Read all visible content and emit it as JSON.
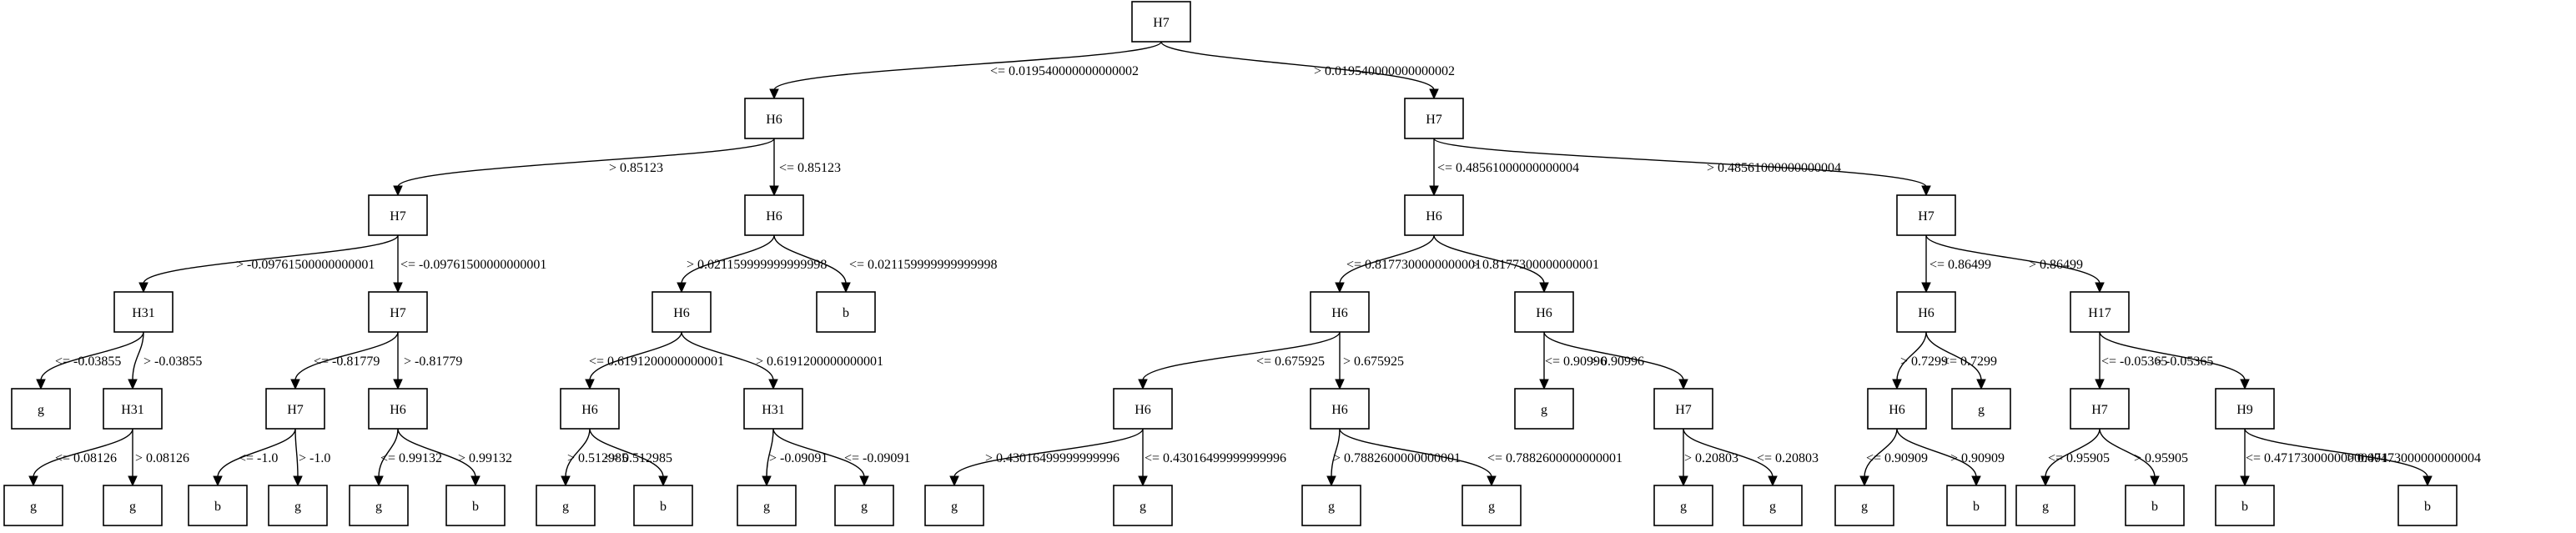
{
  "tree": {
    "nodes": [
      {
        "id": "n1",
        "label": "H7"
      },
      {
        "id": "n2",
        "label": "H6"
      },
      {
        "id": "n3",
        "label": "H7"
      },
      {
        "id": "n4",
        "label": "H7"
      },
      {
        "id": "n5",
        "label": "H6"
      },
      {
        "id": "n6",
        "label": "H6"
      },
      {
        "id": "n7",
        "label": "H7"
      },
      {
        "id": "n8",
        "label": "H31"
      },
      {
        "id": "n9",
        "label": "H7"
      },
      {
        "id": "n10",
        "label": "H6"
      },
      {
        "id": "n11",
        "label": "b"
      },
      {
        "id": "n12",
        "label": "H6"
      },
      {
        "id": "n13",
        "label": "H6"
      },
      {
        "id": "n14",
        "label": "H6"
      },
      {
        "id": "n15",
        "label": "H17"
      },
      {
        "id": "n16",
        "label": "g"
      },
      {
        "id": "n17",
        "label": "H31"
      },
      {
        "id": "n18",
        "label": "H7"
      },
      {
        "id": "n19",
        "label": "H6"
      },
      {
        "id": "n20",
        "label": "H6"
      },
      {
        "id": "n21",
        "label": "H31"
      },
      {
        "id": "n22",
        "label": "H6"
      },
      {
        "id": "n23",
        "label": "H6"
      },
      {
        "id": "n24",
        "label": "g"
      },
      {
        "id": "n25",
        "label": "H7"
      },
      {
        "id": "n26",
        "label": "H6"
      },
      {
        "id": "n27",
        "label": "g"
      },
      {
        "id": "n28",
        "label": "H7"
      },
      {
        "id": "n29",
        "label": "H9"
      },
      {
        "id": "n30",
        "label": "g"
      },
      {
        "id": "n31",
        "label": "g"
      },
      {
        "id": "n32",
        "label": "b"
      },
      {
        "id": "n33",
        "label": "g"
      },
      {
        "id": "n34",
        "label": "g"
      },
      {
        "id": "n35",
        "label": "b"
      },
      {
        "id": "n36",
        "label": "g"
      },
      {
        "id": "n37",
        "label": "b"
      },
      {
        "id": "n38",
        "label": "g"
      },
      {
        "id": "n39",
        "label": "g"
      },
      {
        "id": "n40",
        "label": "g"
      },
      {
        "id": "n41",
        "label": "g"
      },
      {
        "id": "n42",
        "label": "g"
      },
      {
        "id": "n43",
        "label": "g"
      },
      {
        "id": "n44",
        "label": "g"
      },
      {
        "id": "n45",
        "label": "g"
      },
      {
        "id": "n46",
        "label": "g"
      },
      {
        "id": "n47",
        "label": "b"
      },
      {
        "id": "n48",
        "label": "g"
      },
      {
        "id": "n49",
        "label": "b"
      },
      {
        "id": "n50",
        "label": "b"
      },
      {
        "id": "n51",
        "label": "b"
      }
    ],
    "edges": [
      {
        "from": "n1",
        "to": "n2",
        "label": "<= 0.019540000000000002"
      },
      {
        "from": "n1",
        "to": "n3",
        "label": "> 0.019540000000000002"
      },
      {
        "from": "n2",
        "to": "n4",
        "label": "> 0.85123"
      },
      {
        "from": "n2",
        "to": "n5",
        "label": "<= 0.85123"
      },
      {
        "from": "n3",
        "to": "n6",
        "label": "<= 0.48561000000000004"
      },
      {
        "from": "n3",
        "to": "n7",
        "label": "> 0.48561000000000004"
      },
      {
        "from": "n4",
        "to": "n8",
        "label": "> -0.09761500000000001"
      },
      {
        "from": "n4",
        "to": "n9",
        "label": "<= -0.09761500000000001"
      },
      {
        "from": "n5",
        "to": "n10",
        "label": "> 0.021159999999999998"
      },
      {
        "from": "n5",
        "to": "n11",
        "label": "<= 0.021159999999999998"
      },
      {
        "from": "n6",
        "to": "n12",
        "label": "<= 0.8177300000000001"
      },
      {
        "from": "n6",
        "to": "n13",
        "label": "> 0.8177300000000001"
      },
      {
        "from": "n7",
        "to": "n14",
        "label": "<= 0.86499"
      },
      {
        "from": "n7",
        "to": "n15",
        "label": "> 0.86499"
      },
      {
        "from": "n8",
        "to": "n16",
        "label": "<= -0.03855"
      },
      {
        "from": "n8",
        "to": "n17",
        "label": "> -0.03855"
      },
      {
        "from": "n9",
        "to": "n18",
        "label": "<= -0.81779"
      },
      {
        "from": "n9",
        "to": "n19",
        "label": "> -0.81779"
      },
      {
        "from": "n10",
        "to": "n20",
        "label": "<= 0.6191200000000001"
      },
      {
        "from": "n10",
        "to": "n21",
        "label": "> 0.6191200000000001"
      },
      {
        "from": "n12",
        "to": "n22",
        "label": "<= 0.675925"
      },
      {
        "from": "n12",
        "to": "n23",
        "label": "> 0.675925"
      },
      {
        "from": "n13",
        "to": "n24",
        "label": "<= 0.90996"
      },
      {
        "from": "n13",
        "to": "n25",
        "label": "> 0.90996"
      },
      {
        "from": "n14",
        "to": "n26",
        "label": "> 0.7299"
      },
      {
        "from": "n14",
        "to": "n27",
        "label": "<= 0.7299"
      },
      {
        "from": "n15",
        "to": "n28",
        "label": "<= -0.05365"
      },
      {
        "from": "n15",
        "to": "n29",
        "label": "> -0.05365"
      },
      {
        "from": "n17",
        "to": "n30",
        "label": "<= 0.08126"
      },
      {
        "from": "n17",
        "to": "n31",
        "label": "> 0.08126"
      },
      {
        "from": "n18",
        "to": "n32",
        "label": "<= -1.0"
      },
      {
        "from": "n18",
        "to": "n33",
        "label": "> -1.0"
      },
      {
        "from": "n19",
        "to": "n34",
        "label": "<= 0.99132"
      },
      {
        "from": "n19",
        "to": "n35",
        "label": "> 0.99132"
      },
      {
        "from": "n20",
        "to": "n36",
        "label": "> 0.512985"
      },
      {
        "from": "n20",
        "to": "n37",
        "label": "<= 0.512985"
      },
      {
        "from": "n21",
        "to": "n38",
        "label": "> -0.09091"
      },
      {
        "from": "n21",
        "to": "n39",
        "label": "<= -0.09091"
      },
      {
        "from": "n22",
        "to": "n40",
        "label": "> 0.43016499999999996"
      },
      {
        "from": "n22",
        "to": "n41",
        "label": "<= 0.43016499999999996"
      },
      {
        "from": "n23",
        "to": "n42",
        "label": "> 0.7882600000000001"
      },
      {
        "from": "n23",
        "to": "n43",
        "label": "<= 0.7882600000000001"
      },
      {
        "from": "n25",
        "to": "n44",
        "label": "> 0.20803"
      },
      {
        "from": "n25",
        "to": "n45",
        "label": "<= 0.20803"
      },
      {
        "from": "n26",
        "to": "n46",
        "label": "<= 0.90909"
      },
      {
        "from": "n26",
        "to": "n47",
        "label": "> 0.90909"
      },
      {
        "from": "n28",
        "to": "n48",
        "label": "<= 0.95905"
      },
      {
        "from": "n28",
        "to": "n49",
        "label": "> 0.95905"
      },
      {
        "from": "n29",
        "to": "n50",
        "label": "<= 0.47173000000000004"
      },
      {
        "from": "n29",
        "to": "n51",
        "label": "> 0.47173000000000004"
      }
    ]
  }
}
